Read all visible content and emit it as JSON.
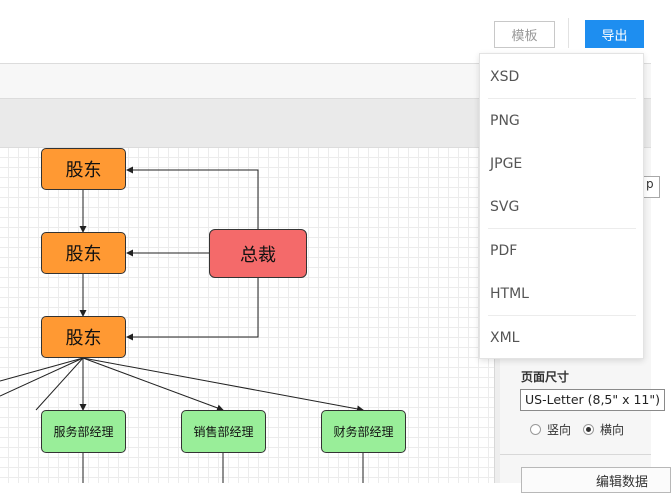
{
  "header": {
    "template_label": "模板",
    "export_label": "导出"
  },
  "export_menu": {
    "items": [
      "XSD",
      "PNG",
      "JPGE",
      "SVG",
      "PDF",
      "HTML",
      "XML"
    ]
  },
  "diagram": {
    "nodes": {
      "shareholder_1": "股东",
      "shareholder_2": "股东",
      "shareholder_3": "股东",
      "president": "总裁",
      "service_manager": "服务部经理",
      "sales_manager": "销售部经理",
      "finance_manager": "财务部经理"
    },
    "colors": {
      "shareholder": "#ff9933",
      "president": "#f46a6a",
      "manager": "#99ee99"
    }
  },
  "panel": {
    "top_input_value": "p",
    "page_size_label": "页面尺寸",
    "page_size_value": "US-Letter (8,5\" x 11\")",
    "orientation": {
      "portrait_label": "竖向",
      "landscape_label": "横向",
      "selected": "landscape"
    },
    "edit_data_label": "编辑数据"
  },
  "accent_color": "#1e8ef0"
}
